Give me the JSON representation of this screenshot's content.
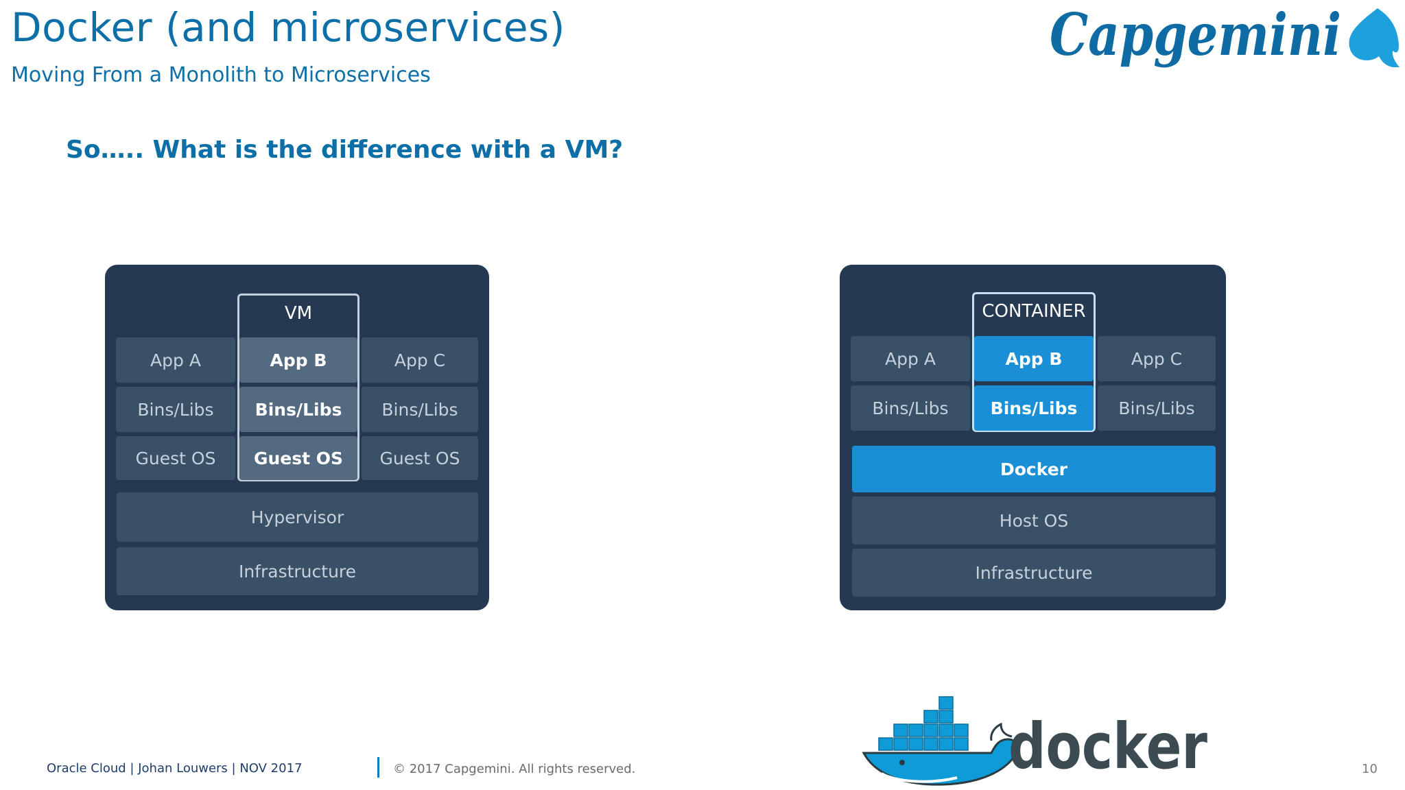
{
  "slide": {
    "title": "Docker (and microservices)",
    "subtitle": "Moving From a Monolith to Microservices",
    "question": "So….. What is the difference with a VM?",
    "logo_text": "Capgemini"
  },
  "vm_diagram": {
    "frame_label": "VM",
    "row_apps": [
      "App A",
      "App B",
      "App C"
    ],
    "row_libs": [
      "Bins/Libs",
      "Bins/Libs",
      "Bins/Libs"
    ],
    "row_os": [
      "Guest OS",
      "Guest OS",
      "Guest OS"
    ],
    "hypervisor": "Hypervisor",
    "infrastructure": "Infrastructure"
  },
  "container_diagram": {
    "frame_label": "CONTAINER",
    "row_apps": [
      "App A",
      "App B",
      "App C"
    ],
    "row_libs": [
      "Bins/Libs",
      "Bins/Libs",
      "Bins/Libs"
    ],
    "docker": "Docker",
    "host_os": "Host OS",
    "infrastructure": "Infrastructure"
  },
  "docker_logo": {
    "wordmark": "docker"
  },
  "footer": {
    "left": "Oracle Cloud | Johan Louwers | NOV 2017",
    "copyright": "© 2017 Capgemini. All rights reserved.",
    "page_number": "10"
  },
  "colors": {
    "accent": "#0d6fa7",
    "diagram_bg": "#253a52",
    "cell": "#3a5066",
    "docker_blue": "#1a8fd6"
  }
}
